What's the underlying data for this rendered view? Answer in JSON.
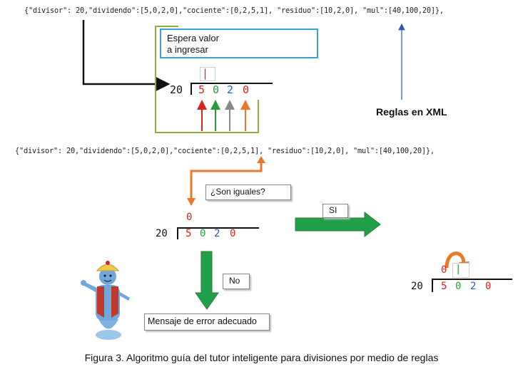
{
  "code_line_top": "{\"divisor\": 20,\"dividendo\":[5,0,2,0],\"cociente\":[0,2,5,1], \"residuo\":[10,2,0], \"mul\":[40,100,20]},",
  "code_line_mid": "{\"divisor\": 20,\"dividendo\":[5,0,2,0],\"cociente\":[0,2,5,1], \"residuo\":[10,2,0], \"mul\":[40,100,20]},",
  "spera_box": {
    "line1": "Espera valor",
    "line2": "a ingresar"
  },
  "reglas_label": "Reglas en XML",
  "division_top": {
    "divisor": "20",
    "digits": [
      "5",
      "0",
      "2",
      "0"
    ],
    "cursor": "|"
  },
  "son_iguales": "¿Son iguales?",
  "division_mid": {
    "quotient": "0",
    "divisor": "20",
    "digits": [
      "5",
      "0",
      "2",
      "0"
    ]
  },
  "si_label": "SI",
  "no_label": "No",
  "error_message": "Mensaje de error adecuado",
  "division_right": {
    "quotient": "0",
    "cursor": "|",
    "divisor": "20",
    "digits": [
      "5",
      "0",
      "2",
      "0"
    ]
  },
  "caption": "Figura 3. Algoritmo guía del tutor inteligente para divisiones por medio de reglas",
  "colors": {
    "red": "#d8241c",
    "green": "#2a9d3a",
    "gray": "#8a8a8a",
    "orange": "#e8782a",
    "blue": "#2a5ab0",
    "box_border": "#3aa0d8",
    "olive": "#8fae3c",
    "arrow_green": "#21a04a",
    "genie_blue": "#6fa8dc"
  }
}
